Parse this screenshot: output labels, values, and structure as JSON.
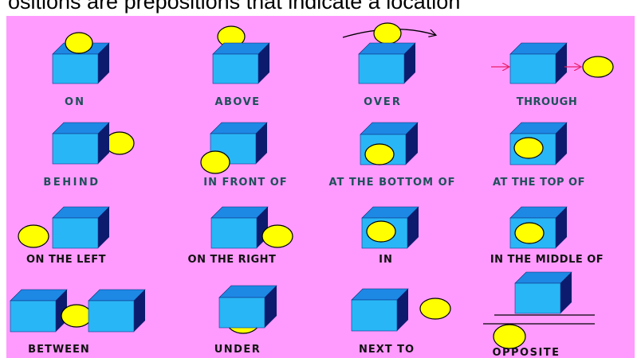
{
  "header": {
    "text": "ositions are prepositions that indicate a location"
  },
  "colors": {
    "background": "#ff9bff",
    "cube_front": "#29b6f6",
    "cube_top": "#1e88e5",
    "cube_side": "#0d1b6e",
    "ball": "#ffff00",
    "arrow_through": "#e91e63",
    "label_dark": "#1f4f5a",
    "label_black": "#111111"
  },
  "cards": [
    {
      "id": "on",
      "label": "ON"
    },
    {
      "id": "above",
      "label": "ABOVE"
    },
    {
      "id": "over",
      "label": "OVER"
    },
    {
      "id": "through",
      "label": "THROUGH"
    },
    {
      "id": "behind",
      "label": "BEHIND"
    },
    {
      "id": "in-front-of",
      "label": "IN FRONT OF"
    },
    {
      "id": "at-the-bottom-of",
      "label": "AT THE BOTTOM OF"
    },
    {
      "id": "at-the-top-of",
      "label": "AT THE TOP OF"
    },
    {
      "id": "on-the-left",
      "label": "ON THE LEFT"
    },
    {
      "id": "on-the-right",
      "label": "ON THE RIGHT"
    },
    {
      "id": "in",
      "label": "IN"
    },
    {
      "id": "in-the-middle-of",
      "label": "IN THE MIDDLE OF"
    },
    {
      "id": "between",
      "label": "BETWEEN"
    },
    {
      "id": "under",
      "label": "UNDER"
    },
    {
      "id": "next-to",
      "label": "NEXT TO"
    },
    {
      "id": "opposite",
      "label": "OPPOSITE"
    }
  ]
}
